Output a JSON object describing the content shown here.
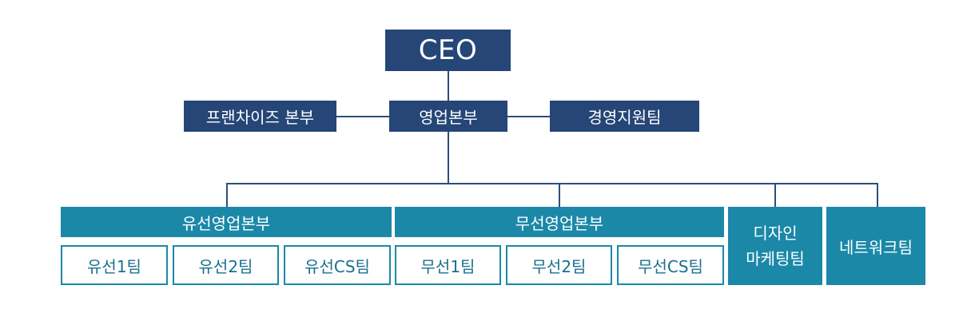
{
  "org": {
    "ceo": "CEO",
    "franchise": "프랜차이즈 본부",
    "sales_hq": "영업본부",
    "management": "경영지원팀",
    "wired": {
      "title": "유선영업본부",
      "teams": [
        "유선1팀",
        "유선2팀",
        "유선CS팀"
      ]
    },
    "wireless": {
      "title": "무선영업본부",
      "teams": [
        "무선1팀",
        "무선2팀",
        "무선CS팀"
      ]
    },
    "design_marketing": [
      "디자인",
      "마케팅팀"
    ],
    "network": "네트워크팀"
  },
  "colors": {
    "navy": "#254677",
    "teal": "#1b88a8",
    "line": "#2b4f7b"
  }
}
